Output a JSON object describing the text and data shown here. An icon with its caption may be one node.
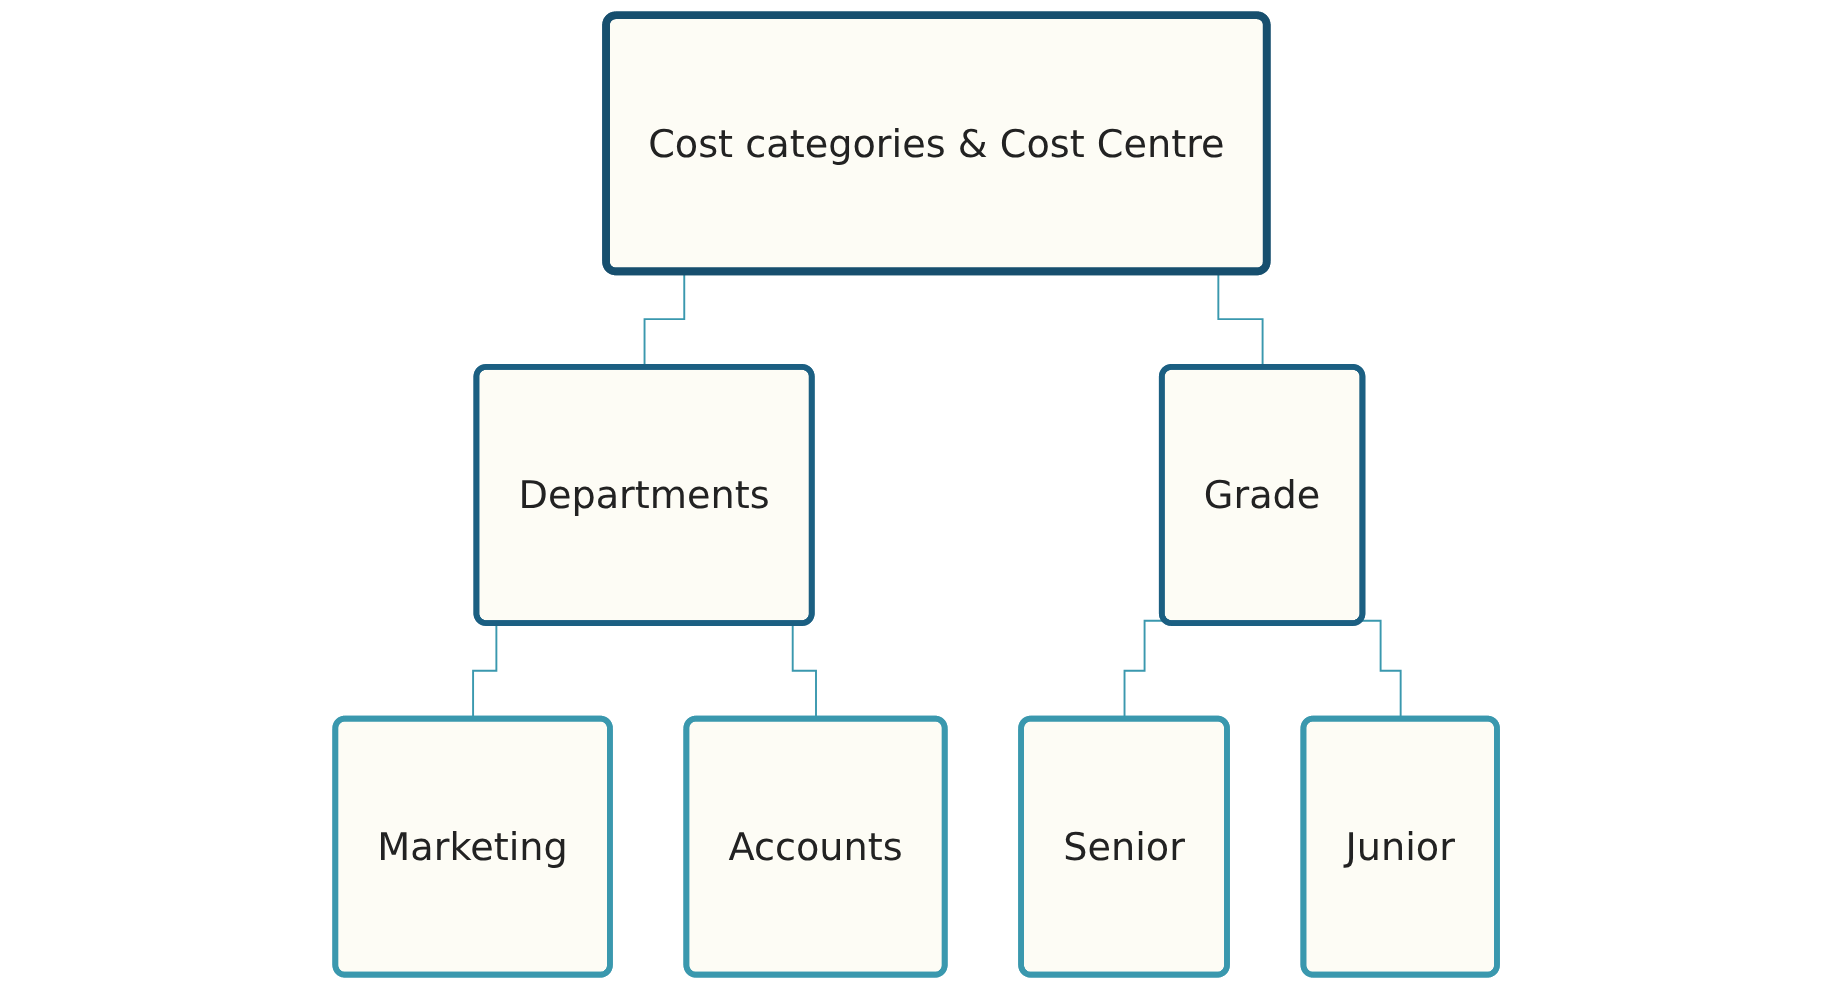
{
  "diagram": {
    "nodes": [
      {
        "text": [
          "Cost categories & Cost Centre"
        ]
      },
      {
        "text": [
          "Departments"
        ]
      },
      {
        "text": [
          "Grade"
        ]
      },
      {
        "text": [
          "Marketing"
        ]
      },
      {
        "text": [
          "Accounts"
        ]
      },
      {
        "text": [
          "Senior"
        ]
      },
      {
        "text": [
          "Junior"
        ]
      }
    ],
    "edges": [
      {
        "from": 0,
        "to": 1,
        "arrow": "none"
      },
      {
        "from": 0,
        "to": 2,
        "arrow": "none"
      },
      {
        "from": 1,
        "to": 3,
        "arrow": "none"
      },
      {
        "from": 1,
        "to": 4,
        "arrow": "none"
      },
      {
        "from": 2,
        "to": 5,
        "arrow": "none"
      },
      {
        "from": 2,
        "to": 6,
        "arrow": "none"
      }
    ]
  }
}
